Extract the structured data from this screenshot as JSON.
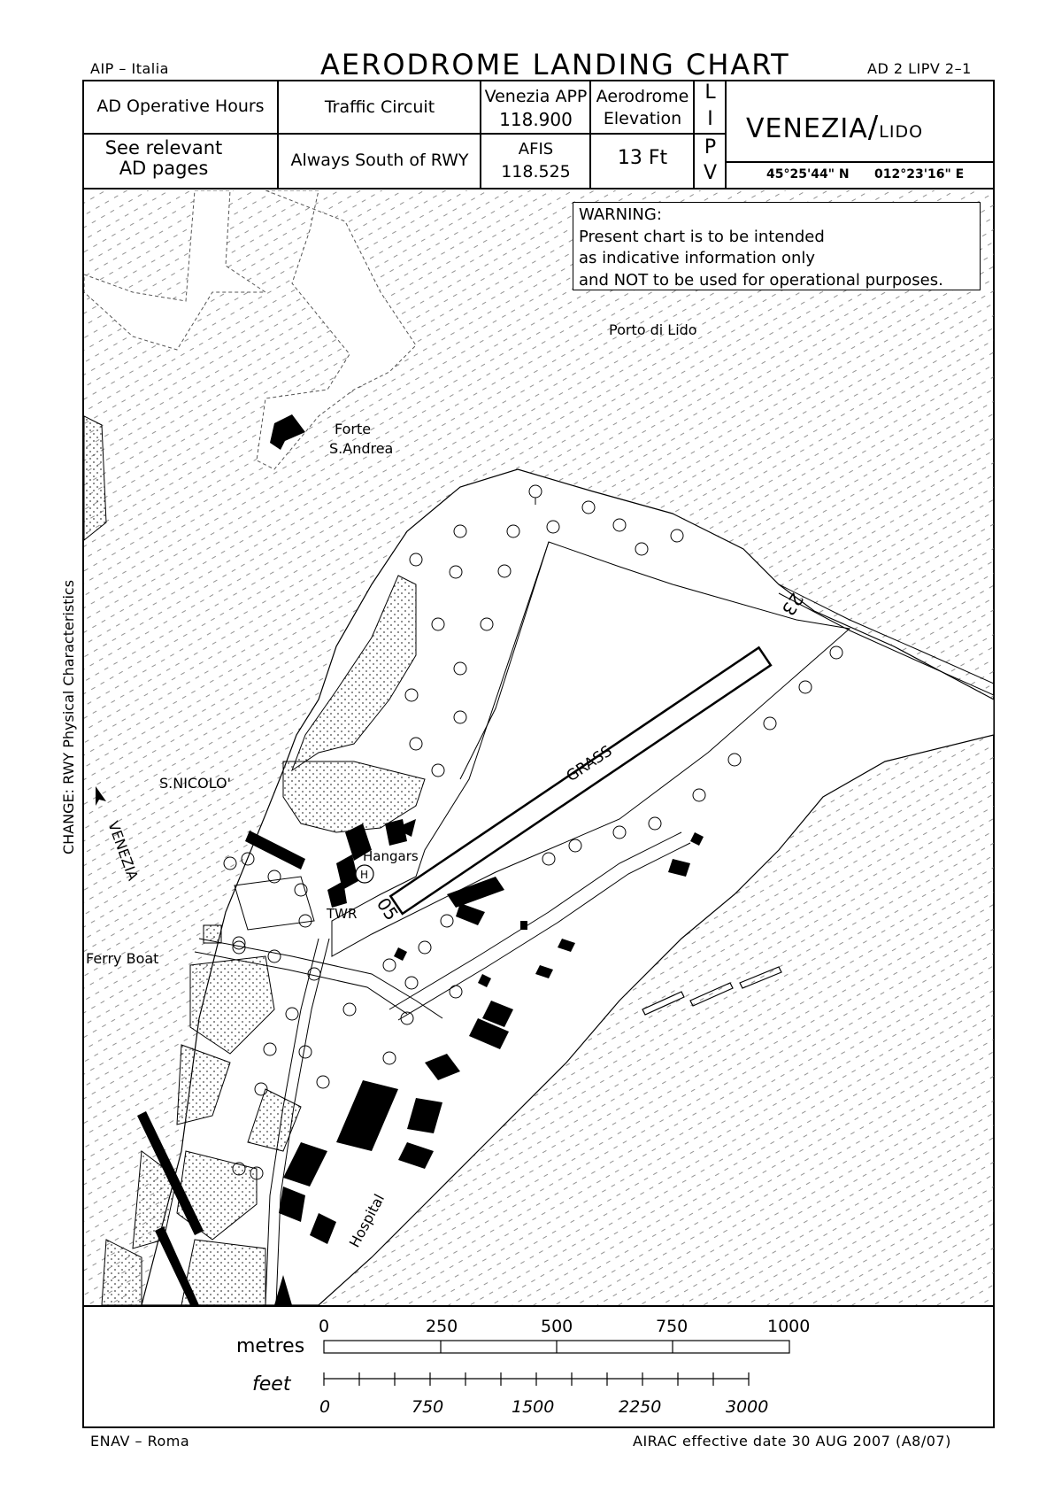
{
  "header": {
    "left": "AIP – Italia",
    "title": "AERODROME LANDING CHART",
    "right": "AD 2 LIPV 2–1"
  },
  "info": {
    "ad_hours_label": "AD Operative Hours",
    "ad_hours_value_1": "See relevant",
    "ad_hours_value_2": "AD pages",
    "circuit_label": "Traffic Circuit",
    "circuit_value": "Always South of RWY",
    "app_label": "Venezia APP",
    "app_freq": "118.900",
    "afis_label": "AFIS",
    "afis_freq": "118.525",
    "elev_label_1": "Aerodrome",
    "elev_label_2": "Elevation",
    "elev_value": "13 Ft",
    "icao": [
      "L",
      "I",
      "P",
      "V"
    ],
    "name_main": "VENEZIA",
    "name_sub": "LIDO",
    "lat": "45°25'44\" N",
    "lon": "012°23'16\" E"
  },
  "warning": {
    "line1": "WARNING:",
    "line2": "Present chart is to be intended",
    "line3": "as indicative information only",
    "line4": "and NOT to be used for operational purposes."
  },
  "map": {
    "labels": {
      "porto": "Porto di Lido",
      "forte1": "Forte",
      "forte2": "S.Andrea",
      "snicolo": "S.NICOLO'",
      "venezia": "VENEZIA",
      "ferry": "Ferry Boat",
      "hangars": "Hangars",
      "twr": "TWR",
      "hospital": "Hospital",
      "grass": "GRASS",
      "rwy05": "05",
      "rwy23": "23",
      "heli": "H"
    },
    "side_note": "CHANGE: RWY Physical Characteristics"
  },
  "scale": {
    "metres_label": "metres",
    "metres_ticks": [
      "0",
      "250",
      "500",
      "750",
      "1000"
    ],
    "feet_label": "feet",
    "feet_ticks": [
      "0",
      "750",
      "1500",
      "2250",
      "3000"
    ]
  },
  "footer": {
    "left": "ENAV – Roma",
    "right": "AIRAC effective date 30 AUG 2007 (A8/07)"
  }
}
